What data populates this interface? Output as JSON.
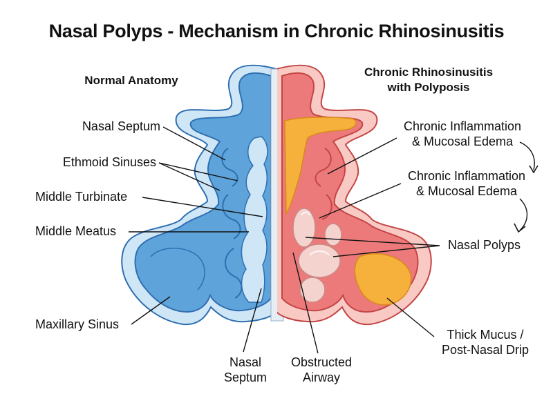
{
  "title": "Nasal Polyps - Mechanism in Chronic Rhinosinusitis",
  "left_panel": {
    "heading": "Normal Anatomy",
    "labels": {
      "nasal_septum": "Nasal Septum",
      "ethmoid_sinuses": "Ethmoid Sinuses",
      "middle_turbinate": "Middle Turbinate",
      "middle_meatus": "Middle Meatus",
      "maxillary_sinus": "Maxillary Sinus"
    }
  },
  "right_panel": {
    "heading_line1": "Chronic Rhinosinusitis",
    "heading_line2": "with Polyposis",
    "labels": {
      "inflammation_1_line1": "Chronic Inflammation",
      "inflammation_1_line2": "& Mucosal Edema",
      "inflammation_2_line1": "Chronic Inflammation",
      "inflammation_2_line2": "& Mucosal Edema",
      "nasal_polyps": "Nasal Polyps",
      "thick_mucus_line1": "Thick Mucus /",
      "thick_mucus_line2": "Post-Nasal Drip"
    }
  },
  "bottom_labels": {
    "septum_line1": "Nasal",
    "septum_line2": "Septum",
    "airway_line1": "Obstructed",
    "airway_line2": "Airway"
  },
  "colors": {
    "normal_fill": "#5fa3db",
    "normal_outline": "#2e6fb0",
    "normal_light": "#cfe6f7",
    "inflamed_fill": "#ec7a7a",
    "inflamed_outline": "#c44545",
    "inflamed_light": "#f9c9c4",
    "mucus": "#f6b13d",
    "polyp": "#f4d3cf"
  }
}
